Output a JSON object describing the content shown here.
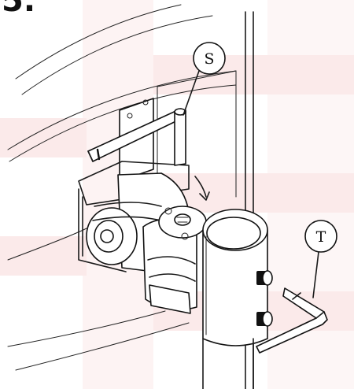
{
  "figure": {
    "step_number": "5.",
    "callouts": [
      {
        "id": "S",
        "label": "S"
      },
      {
        "id": "T",
        "label": "T"
      }
    ],
    "colors": {
      "background": "#ffffff",
      "watermark_tint": "#f9e6e6",
      "line": "#111111"
    }
  }
}
